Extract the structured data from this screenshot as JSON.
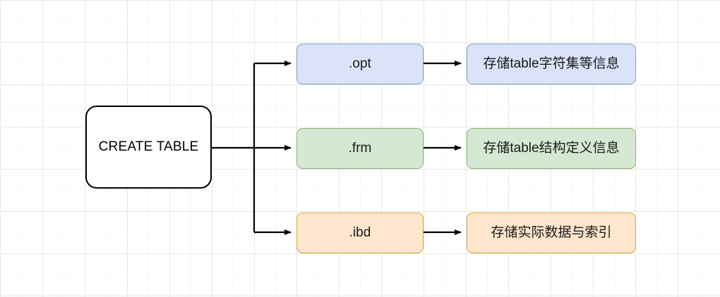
{
  "diagram": {
    "title_node": {
      "label": "CREATE TABLE"
    },
    "branches": [
      {
        "file": ".opt",
        "description": "存储table字符集等信息",
        "fill": "#dae3f8",
        "stroke": "#7e9ccd"
      },
      {
        "file": ".frm",
        "description": "存储table结构定义信息",
        "fill": "#d5e8d4",
        "stroke": "#87b56c"
      },
      {
        "file": ".ibd",
        "description": "存储实际数据与索引",
        "fill": "#ffe6cc",
        "stroke": "#e2a33b"
      }
    ],
    "edge_color": "#000000",
    "background": "#ffffff",
    "grid_color": "#e8e8e8"
  }
}
